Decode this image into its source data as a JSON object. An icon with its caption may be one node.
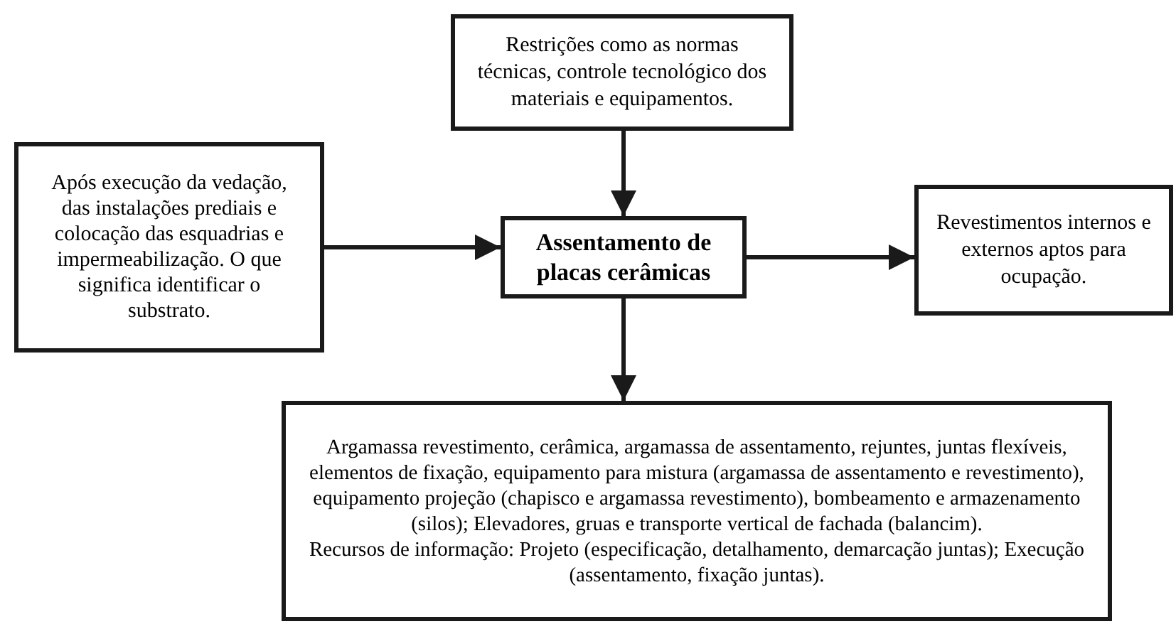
{
  "diagram": {
    "nodes": [
      {
        "text": [
          "Restrições como as normas técnicas, controle tecnológico dos materiais e equipamentos."
        ]
      },
      {
        "text": [
          "Após execução da vedação, das instalações prediais e colocação das esquadrias e impermeabilização. O que significa identificar o substrato."
        ]
      },
      {
        "text": [
          "Assentamento de placas cerâmicas"
        ]
      },
      {
        "text": [
          "Revestimentos internos e externos aptos para ocupação."
        ]
      },
      {
        "text": [
          "Argamassa revestimento, cerâmica, argamassa de assentamento, rejuntes, juntas flexíveis, elementos de fixação, equipamento para mistura (argamassa de assentamento e revestimento), equipamento projeção (chapisco e argamassa revestimento), bombeamento e armazenamento (silos); Elevadores, gruas e transporte vertical de fachada (balancim).",
          "Recursos de informação: Projeto (especificação, detalhamento, demarcação juntas); Execução (assentamento, fixação juntas)."
        ]
      }
    ],
    "edges": [
      {
        "from": 0,
        "to": 2,
        "arrow": "to"
      },
      {
        "from": 1,
        "to": 2,
        "arrow": "to"
      },
      {
        "from": 2,
        "to": 3,
        "arrow": "to"
      },
      {
        "from": 2,
        "to": 4,
        "arrow": "to"
      }
    ]
  }
}
